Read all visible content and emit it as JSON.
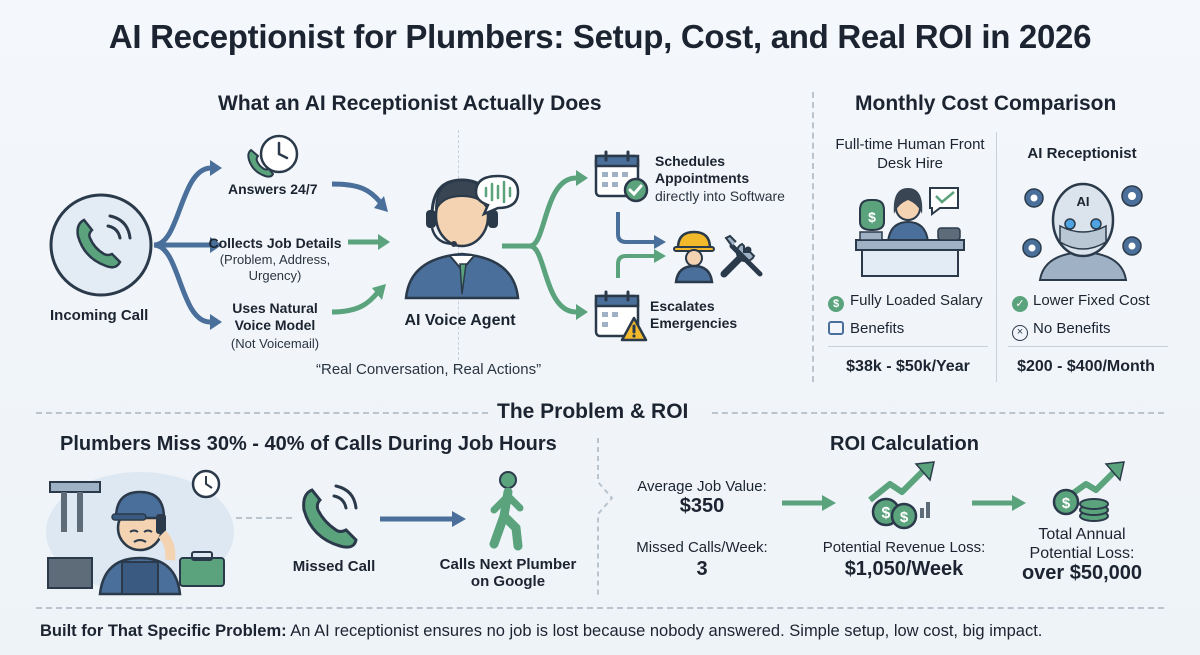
{
  "title": "AI Receptionist for Plumbers: Setup, Cost, and Real ROI in 2026",
  "what": {
    "heading": "What an AI Receptionist Actually Does",
    "incoming_call": "Incoming Call",
    "answers": "Answers 24/7",
    "collects": "Collects Job Details",
    "collects_sub": "(Problem, Address, Urgency)",
    "natural": "Uses Natural Voice Model",
    "natural_sub": "(Not Voicemail)",
    "agent": "AI Voice Agent",
    "schedules": "Schedules Appointments",
    "schedules_sub": "directly into Software",
    "escalates": "Escalates Emergencies",
    "quote": "“Real Conversation, Real Actions”"
  },
  "cost": {
    "heading": "Monthly Cost Comparison",
    "human_title": "Full-time Human Front Desk Hire",
    "ai_title": "AI Receptionist",
    "human_items": [
      "Fully Loaded Salary",
      "Benefits"
    ],
    "ai_items": [
      "Lower Fixed Cost",
      "No Benefits"
    ],
    "human_price": "$38k - $50k/Year",
    "ai_price": "$200 - $400/Month",
    "logo_text": "AI"
  },
  "problem": {
    "heading": "The Problem & ROI",
    "miss_heading": "Plumbers Miss 30% - 40% of Calls During Job Hours",
    "missed_call": "Missed Call",
    "next_plumber": "Calls Next Plumber on Google"
  },
  "roi": {
    "heading": "ROI Calculation",
    "avg_label": "Average Job Value:",
    "avg_value": "$350",
    "missed_label": "Missed Calls/Week:",
    "missed_value": "3",
    "loss_label": "Potential Revenue Loss:",
    "loss_value": "$1,050/Week",
    "annual_label": "Total Annual Potential Loss:",
    "annual_value": "over $50,000"
  },
  "footer": {
    "bold": "Built for That Specific Problem:",
    "text": "An AI receptionist ensures no job is lost because nobody answered. Simple setup, low cost, big impact."
  },
  "colors": {
    "blue": "#4a6f9a",
    "green": "#5aa37c",
    "dark": "#1b2430",
    "gold": "#f2b92b"
  }
}
